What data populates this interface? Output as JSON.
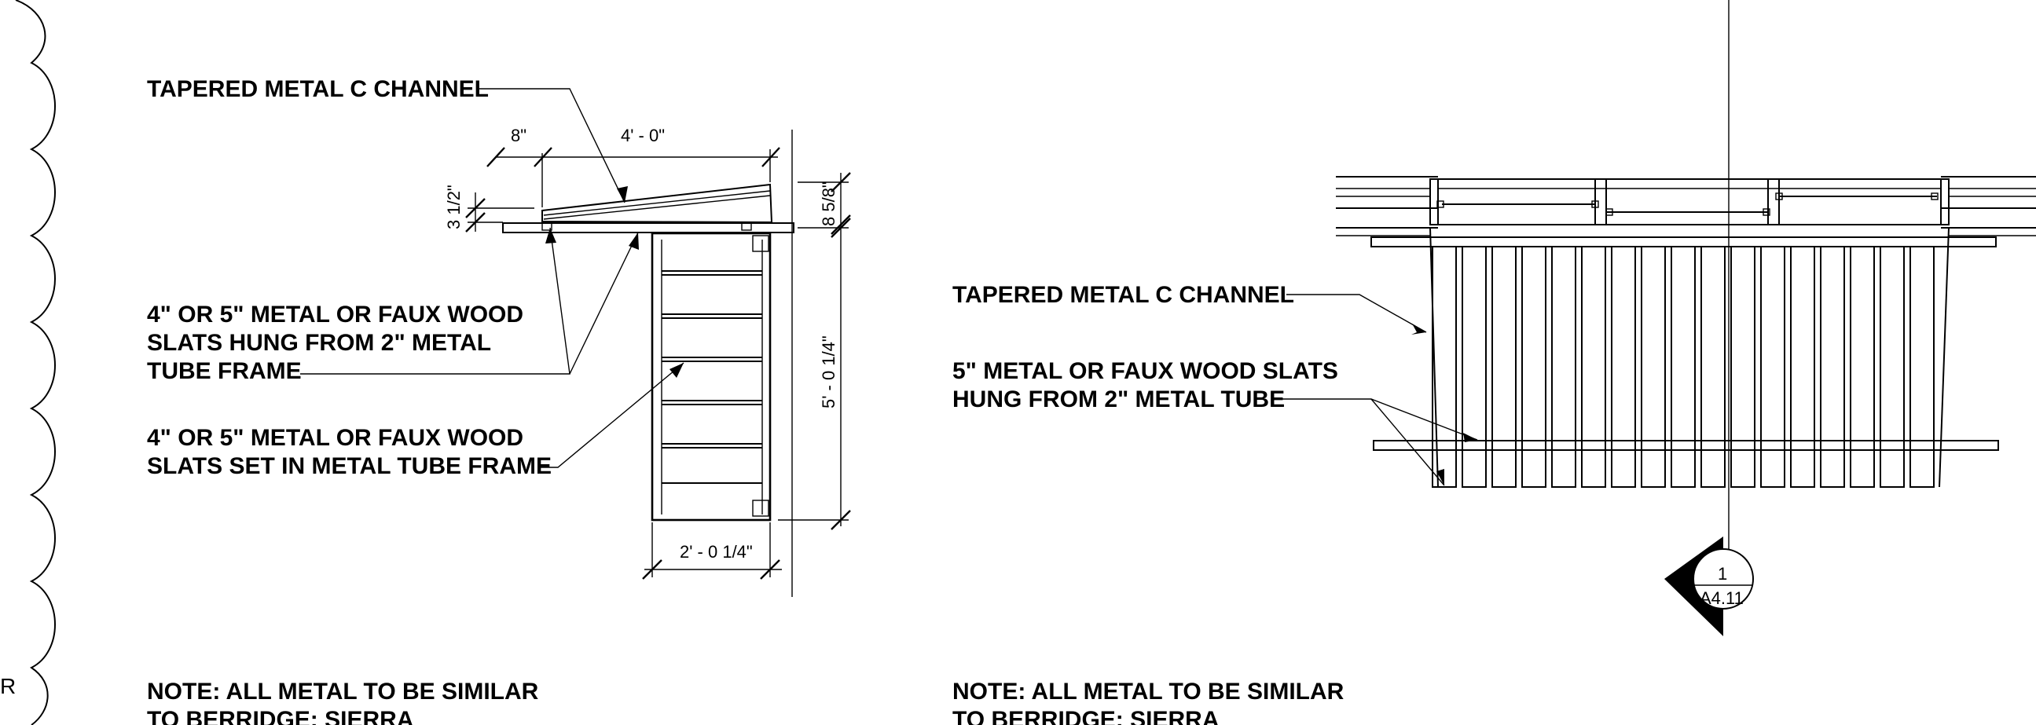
{
  "left_detail": {
    "callout_top": "TAPERED METAL C CHANNEL",
    "callout_slats_hung": [
      "4\" OR 5\" METAL OR FAUX WOOD",
      "SLATS HUNG FROM 2\" METAL",
      "TUBE FRAME"
    ],
    "callout_slats_set": [
      "4\" OR 5\" METAL OR FAUX WOOD",
      "SLATS SET IN METAL TUBE FRAME"
    ],
    "dim_8": "8\"",
    "dim_4_0": "4' - 0\"",
    "dim_3_5": "3 1/2\"",
    "dim_8_5_8": "8 5/8\"",
    "dim_5_0_1_4": "5' - 0 1/4\"",
    "dim_2_0_1_4": "2' - 0 1/4\"",
    "note": [
      "NOTE: ALL METAL TO BE SIMILAR",
      "TO BERRIDGE: SIERRA"
    ]
  },
  "right_detail": {
    "callout_channel": "TAPERED METAL C CHANNEL",
    "callout_slats": [
      "5\" METAL OR FAUX WOOD SLATS",
      "HUNG FROM 2\" METAL TUBE"
    ],
    "section_number": "1",
    "section_sheet": "A4.11",
    "note": [
      "NOTE: ALL METAL TO BE SIMILAR",
      "TO BERRIDGE: SIERRA"
    ]
  },
  "edge_fragment": "R"
}
